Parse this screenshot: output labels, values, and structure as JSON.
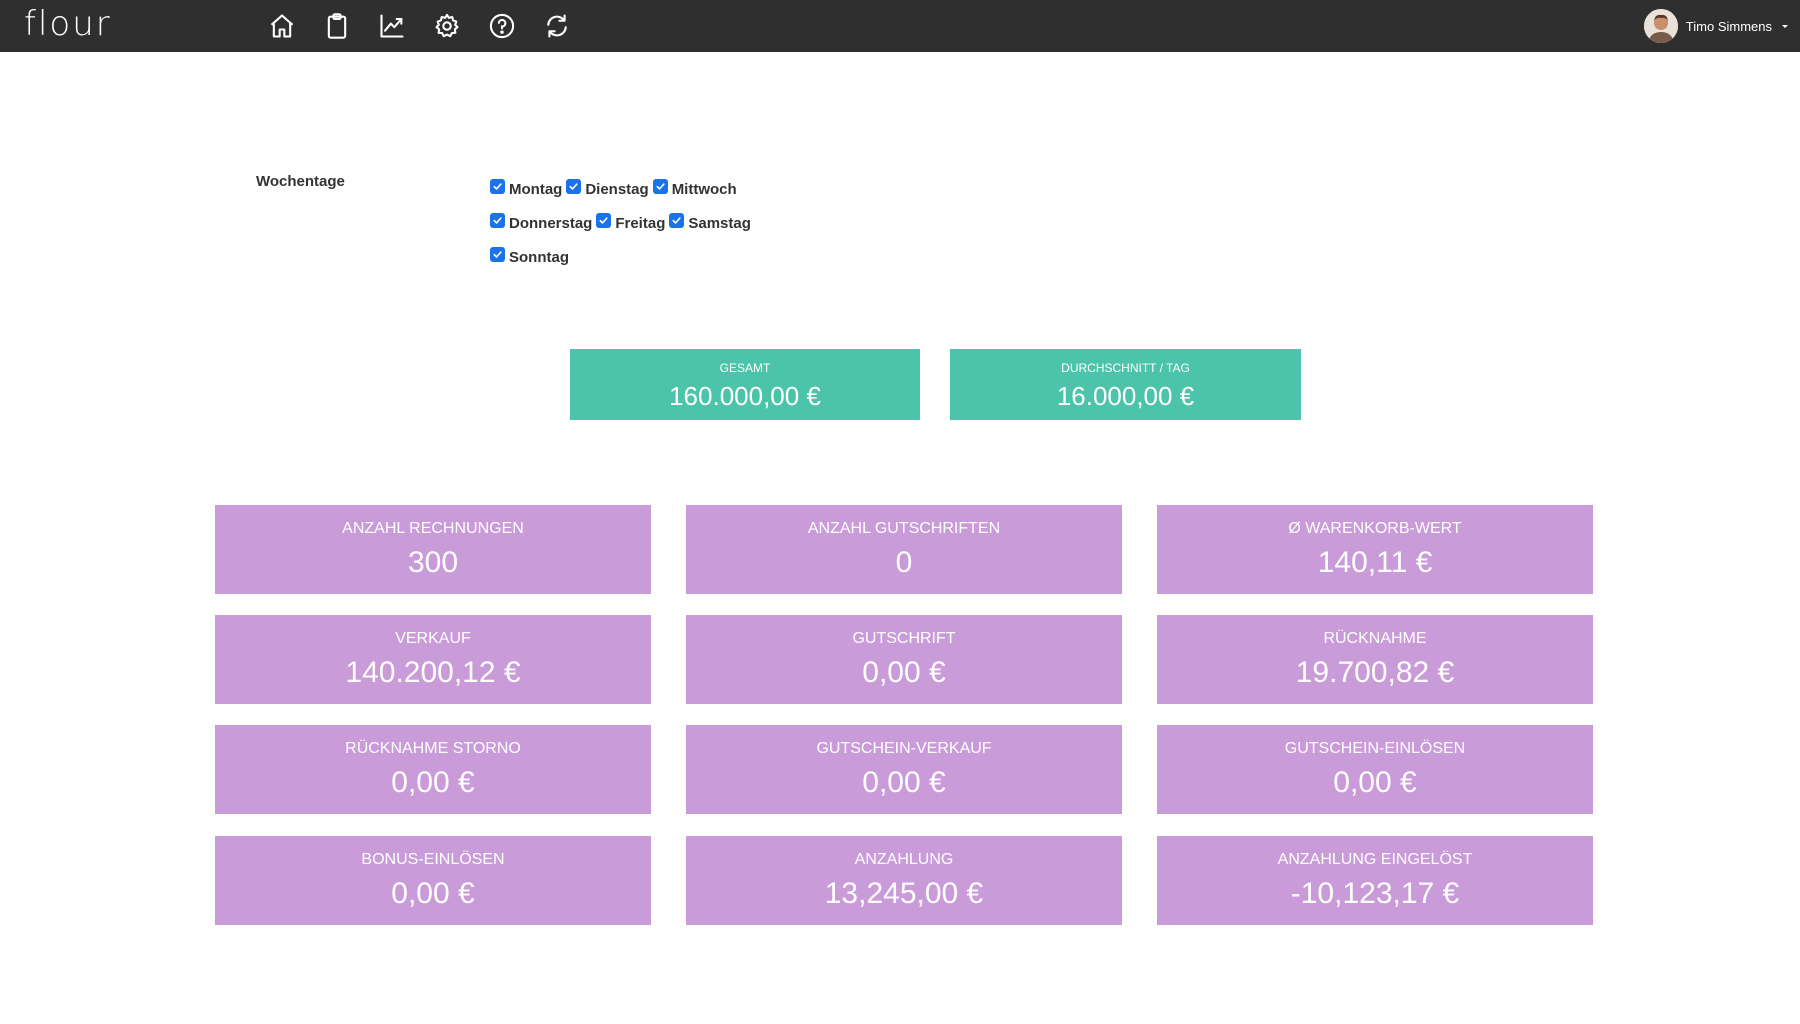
{
  "app": {
    "logo": "flour"
  },
  "nav": {
    "icons": [
      "home-icon",
      "clipboard-icon",
      "chart-line-icon",
      "gear-icon",
      "help-circle-icon",
      "refresh-icon"
    ]
  },
  "user": {
    "name": "Timo Simmens"
  },
  "filter": {
    "label": "Wochentage",
    "days": [
      {
        "label": "Montag",
        "checked": true
      },
      {
        "label": "Dienstag",
        "checked": true
      },
      {
        "label": "Mittwoch",
        "checked": true
      },
      {
        "label": "Donnerstag",
        "checked": true
      },
      {
        "label": "Freitag",
        "checked": true
      },
      {
        "label": "Samstag",
        "checked": true
      },
      {
        "label": "Sonntag",
        "checked": true
      }
    ]
  },
  "summary": [
    {
      "label": "GESAMT",
      "value": "160.000,00 €"
    },
    {
      "label": "DURCHSCHNITT / TAG",
      "value": "16.000,00 €"
    }
  ],
  "kpis": [
    {
      "label": "ANZAHL RECHNUNGEN",
      "value": "300"
    },
    {
      "label": "ANZAHL GUTSCHRIFTEN",
      "value": "0"
    },
    {
      "label": "Ø WARENKORB-WERT",
      "value": "140,11 €"
    },
    {
      "label": "VERKAUF",
      "value": "140.200,12 €"
    },
    {
      "label": "GUTSCHRIFT",
      "value": "0,00 €"
    },
    {
      "label": "RÜCKNAHME",
      "value": "19.700,82 €"
    },
    {
      "label": "RÜCKNAHME STORNO",
      "value": "0,00 €"
    },
    {
      "label": "GUTSCHEIN-VERKAUF",
      "value": "0,00 €"
    },
    {
      "label": "GUTSCHEIN-EINLÖSEN",
      "value": "0,00 €"
    },
    {
      "label": "BONUS-EINLÖSEN",
      "value": "0,00 €"
    },
    {
      "label": "ANZAHLUNG",
      "value": "13,245,00 €"
    },
    {
      "label": "ANZAHLUNG EINGELÖST",
      "value": "-10,123,17 €"
    }
  ],
  "colors": {
    "topbar": "#2f2f2f",
    "summary_card": "#4cc4a9",
    "kpi_card": "#ca9bd9",
    "checkbox": "#1a73e8"
  }
}
